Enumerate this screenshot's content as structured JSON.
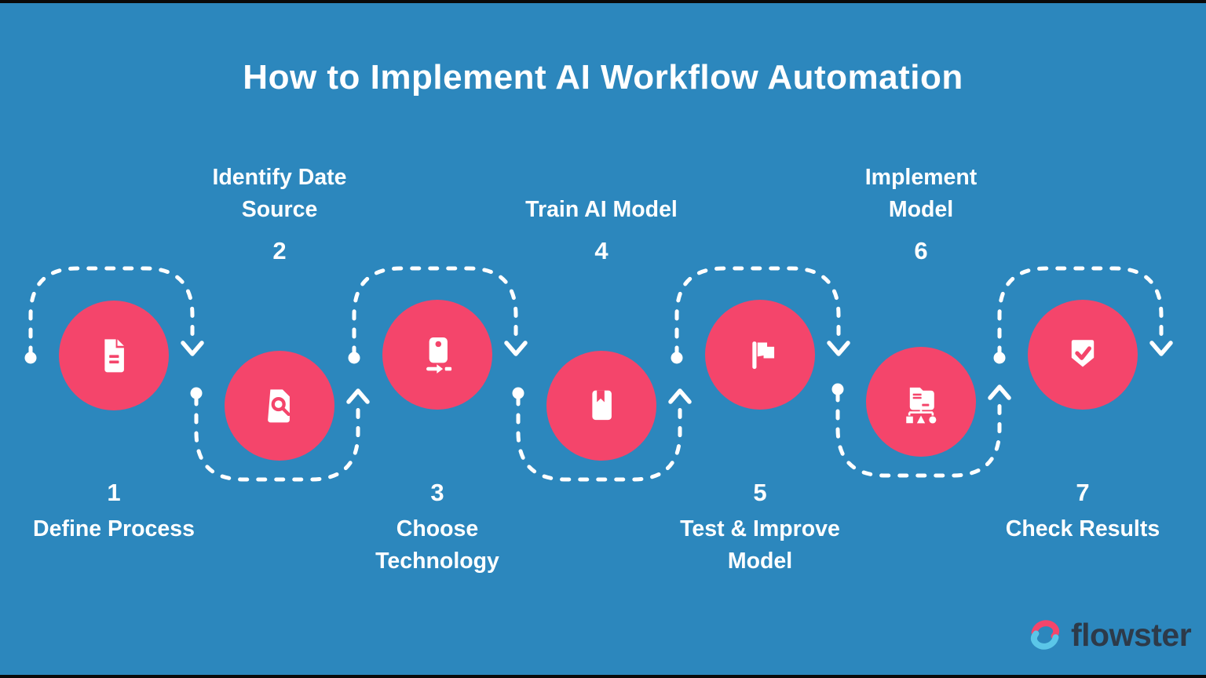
{
  "title": "How to Implement AI Workflow Automation",
  "colors": {
    "background": "#2c87bd",
    "circle": "#f4456b",
    "text": "#ffffff",
    "logo_text": "#2d3a49",
    "logo_pink": "#f4456b",
    "logo_blue": "#5bc6e8"
  },
  "steps": [
    {
      "number": "1",
      "lines": [
        "Define Process"
      ],
      "icon": "document-icon",
      "label_position": "bottom"
    },
    {
      "number": "2",
      "lines": [
        "Identify Date",
        "Source"
      ],
      "icon": "document-search-icon",
      "label_position": "top"
    },
    {
      "number": "3",
      "lines": [
        "Choose",
        "Technology"
      ],
      "icon": "device-transfer-icon",
      "label_position": "bottom"
    },
    {
      "number": "4",
      "lines": [
        "Train AI Model"
      ],
      "icon": "book-bookmark-icon",
      "label_position": "top"
    },
    {
      "number": "5",
      "lines": [
        "Test & Improve",
        "Model"
      ],
      "icon": "flag-icon",
      "label_position": "bottom"
    },
    {
      "number": "6",
      "lines": [
        "Implement",
        "Model"
      ],
      "icon": "folder-sitemap-icon",
      "label_position": "top"
    },
    {
      "number": "7",
      "lines": [
        "Check Results"
      ],
      "icon": "shield-check-icon",
      "label_position": "bottom"
    }
  ],
  "logo": {
    "brand": "flowster"
  }
}
